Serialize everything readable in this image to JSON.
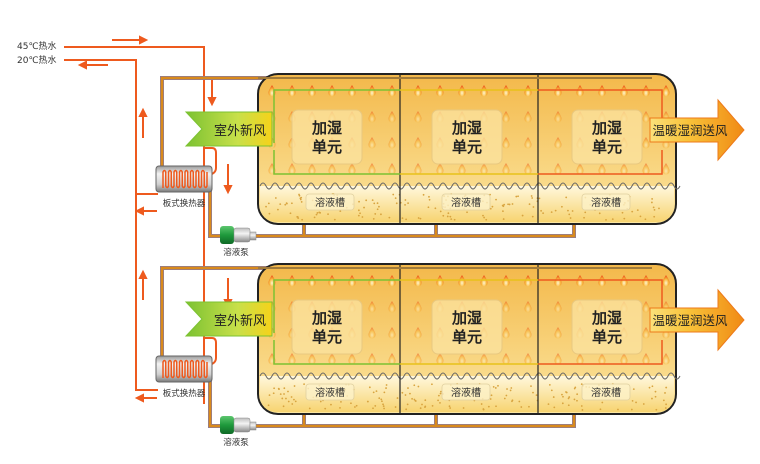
{
  "inlet_labels": {
    "supply": "45℃热水",
    "return": "20℃热水"
  },
  "colors": {
    "hot_water": "#ee5a1e",
    "solution_pipe": "#d98a1c",
    "tank_fill_top": "#f6c45a",
    "tank_fill_bottom": "#fbe7a6",
    "fresh_air": "#8fce3a",
    "supply_air": "#f39a1a",
    "pump_green": "#1f9a3c"
  },
  "units": [
    {
      "fresh_air_label": "室外新风",
      "supply_air_label": "温暖湿润送风",
      "heat_exchanger_label": "板式换热器",
      "pump_label": "溶液泵",
      "cells": [
        {
          "title_line1": "加湿",
          "title_line2": "单元",
          "tank_label": "溶液槽"
        },
        {
          "title_line1": "加湿",
          "title_line2": "单元",
          "tank_label": "溶液槽"
        },
        {
          "title_line1": "加湿",
          "title_line2": "单元",
          "tank_label": "溶液槽"
        }
      ]
    },
    {
      "fresh_air_label": "室外新风",
      "supply_air_label": "温暖湿润送风",
      "heat_exchanger_label": "板式换热器",
      "pump_label": "溶液泵",
      "cells": [
        {
          "title_line1": "加湿",
          "title_line2": "单元",
          "tank_label": "溶液槽"
        },
        {
          "title_line1": "加湿",
          "title_line2": "单元",
          "tank_label": "溶液槽"
        },
        {
          "title_line1": "加湿",
          "title_line2": "单元",
          "tank_label": "溶液槽"
        }
      ]
    }
  ]
}
